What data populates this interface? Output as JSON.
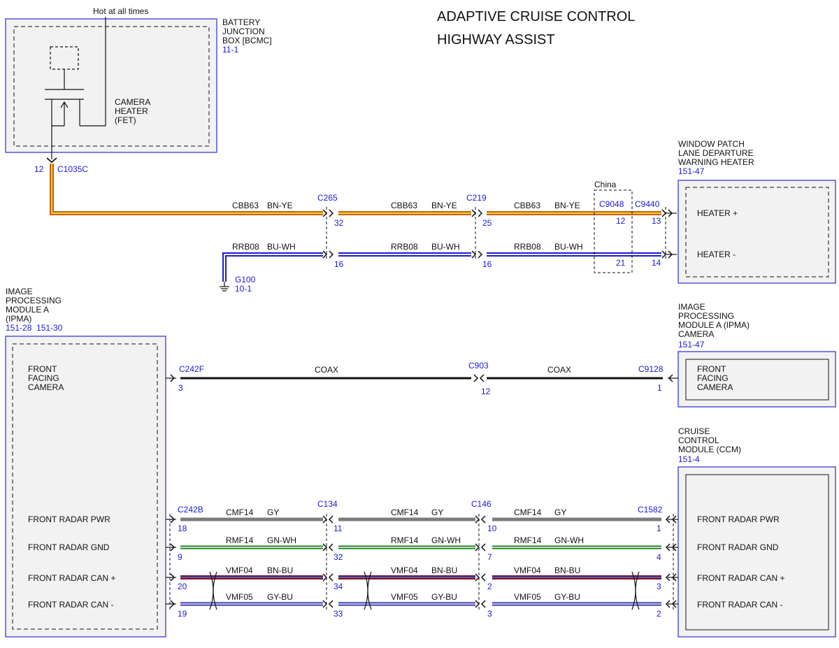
{
  "title": {
    "line1": "ADAPTIVE CRUISE CONTROL",
    "line2": "HIGHWAY ASSIST"
  },
  "colors": {
    "module_border": "#3a3ad8",
    "module_fill": "#f2f2f2",
    "ref_text": "#1a1ad6",
    "wire_BN-YE_outer": "#c8620e",
    "wire_BN-YE_inner": "#f2cf3a",
    "wire_BU-WH_outer": "#1c1cc8",
    "wire_BU-WH_inner": "#ffffff",
    "wire_COAX": "#000000",
    "wire_GY": "#7c7c7c",
    "wire_GN-WH_outer": "#0e7a12",
    "wire_GN-WH_inner": "#ffffff",
    "wire_BN-BU_outer": "#7a1230",
    "wire_BN-BU_inner": "#5a5ab8",
    "wire_GY-BU_outer": "#6868c8",
    "wire_GY-BU_inner": "#a8a8c8"
  },
  "modules": {
    "bjb": {
      "name_lines": [
        "BATTERY",
        "JUNCTION",
        "BOX [BCMC]"
      ],
      "ref": "11-1",
      "hot_label": "Hot at all times",
      "component_lines": [
        "CAMERA",
        "HEATER",
        "(FET)"
      ]
    },
    "heater": {
      "name_lines": [
        "WINDOW PATCH",
        "LANE DEPARTURE",
        "WARNING HEATER"
      ],
      "ref": "151-47",
      "pins": [
        "HEATER +",
        "HEATER -"
      ]
    },
    "ipma": {
      "name_lines": [
        "IMAGE",
        "PROCESSING",
        "MODULE A",
        "(IPMA)"
      ],
      "ref": "151-28  151-30",
      "camera_lines": [
        "FRONT",
        "FACING",
        "CAMERA"
      ],
      "pins": [
        "FRONT RADAR PWR",
        "FRONT RADAR GND",
        "FRONT RADAR CAN +",
        "FRONT RADAR CAN -"
      ]
    },
    "ipma_camera": {
      "name_lines": [
        "IMAGE",
        "PROCESSING",
        "MODULE A (IPMA)",
        "CAMERA"
      ],
      "ref": "151-47",
      "camera_lines": [
        "FRONT",
        "FACING",
        "CAMERA"
      ]
    },
    "ccm": {
      "name_lines": [
        "CRUISE",
        "CONTROL",
        "MODULE (CCM)"
      ],
      "ref": "151-4",
      "pins": [
        "FRONT RADAR PWR",
        "FRONT RADAR GND",
        "FRONT RADAR CAN +",
        "FRONT RADAR CAN -"
      ]
    }
  },
  "connectors": {
    "C1035C": {
      "name": "C1035C",
      "pin": "12"
    },
    "C265": {
      "name": "C265",
      "pins": [
        "32",
        "16"
      ]
    },
    "C219": {
      "name": "C219",
      "pins": [
        "25",
        "16"
      ]
    },
    "C9048": {
      "name": "C9048",
      "region": "China",
      "pins": [
        "12",
        "21"
      ]
    },
    "C9440": {
      "name": "C9440",
      "pins": [
        "13",
        "14"
      ]
    },
    "C242F": {
      "name": "C242F",
      "pin": "3"
    },
    "C903": {
      "name": "C903",
      "pin": "12"
    },
    "C9128": {
      "name": "C9128",
      "pin": "1"
    },
    "C242B": {
      "name": "C242B",
      "pins": [
        "18",
        "9",
        "20",
        "19"
      ]
    },
    "C134": {
      "name": "C134",
      "pins": [
        "11",
        "32",
        "34",
        "33"
      ]
    },
    "C146": {
      "name": "C146",
      "pins": [
        "10",
        "7",
        "2",
        "3"
      ]
    },
    "C1582": {
      "name": "C1582",
      "pins": [
        "1",
        "4",
        "3",
        "2"
      ]
    }
  },
  "ground": {
    "name": "G100",
    "ref": "10-1"
  },
  "circuits": {
    "CBB63": {
      "code": "CBB63",
      "color": "BN-YE"
    },
    "RRB08": {
      "code": "RRB08",
      "color": "BU-WH"
    },
    "COAX": {
      "code": "COAX"
    },
    "CMF14": {
      "code": "CMF14",
      "color": "GY"
    },
    "RMF14": {
      "code": "RMF14",
      "color": "GN-WH"
    },
    "VMF04": {
      "code": "VMF04",
      "color": "BN-BU"
    },
    "VMF05": {
      "code": "VMF05",
      "color": "GY-BU"
    }
  }
}
